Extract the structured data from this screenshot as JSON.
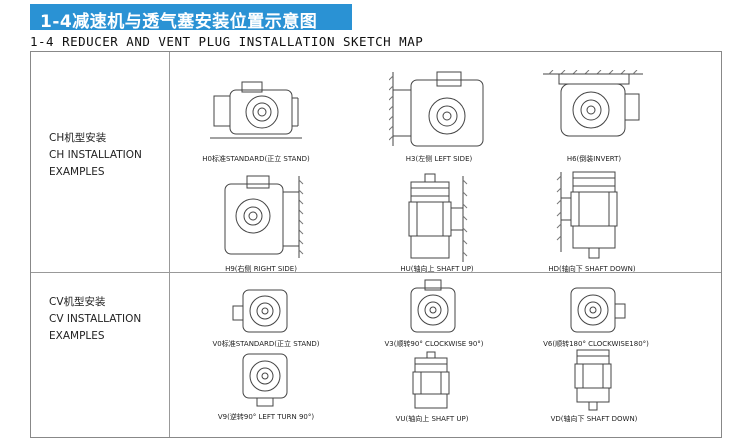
{
  "header": {
    "title_cn": "1-4减速机与透气塞安装位置示意图",
    "title_en": "1-4 REDUCER AND VENT PLUG INSTALLATION SKETCH MAP"
  },
  "sections": {
    "ch": {
      "label_cn": "CH机型安装",
      "label_en_1": "CH INSTALLATION",
      "label_en_2": "EXAMPLES",
      "captions": {
        "h0": "H0标准STANDARD(正立 STAND)",
        "h3": "H3(左侧 LEFT SIDE)",
        "h6": "H6(倒装INVERT)",
        "h9": "H9(右侧 RIGHT SIDE)",
        "hu": "HU(轴向上 SHAFT UP)",
        "hd": "HD(轴向下 SHAFT DOWN)"
      }
    },
    "cv": {
      "label_cn": "CV机型安装",
      "label_en_1": "CV INSTALLATION",
      "label_en_2": "EXAMPLES",
      "captions": {
        "v0": "V0标准STANDARD(正立 STAND)",
        "v3": "V3(顺转90° CLOCKWISE 90°)",
        "v6": "V6(顺转180° CLOCKWISE180°)",
        "v9": "V9(逆转90° LEFT TURN 90°)",
        "vu": "VU(轴向上 SHAFT UP)",
        "vd": "VD(轴向下 SHAFT DOWN)"
      }
    }
  }
}
